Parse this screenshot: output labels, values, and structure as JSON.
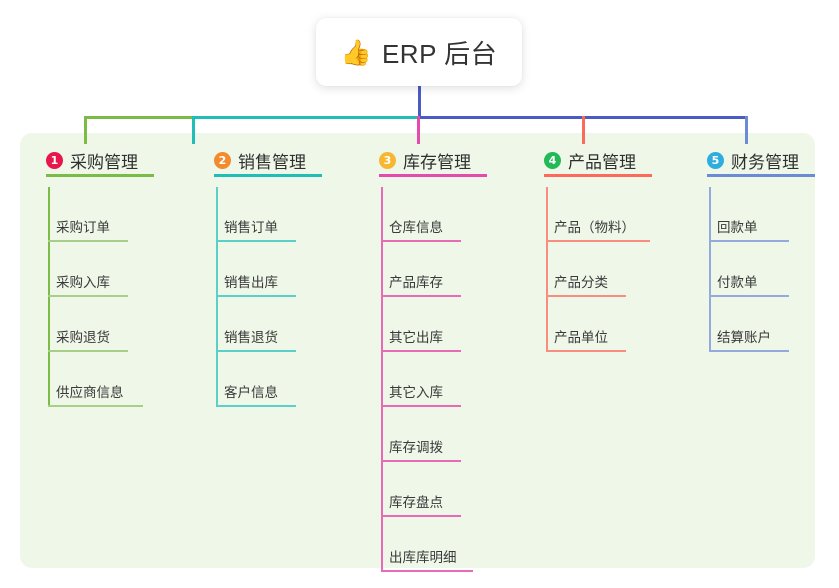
{
  "root": {
    "emoji": "👍",
    "emoji_name": "thumbs-up-icon",
    "title": "ERP 后台"
  },
  "theme": {
    "page_background": "#ffffff",
    "panel_background": "#eef7e8",
    "card_background": "#ffffff",
    "text_color": "#333333",
    "trunk_color": "#4a5bc4"
  },
  "columns": [
    {
      "number": "1",
      "title": "采购管理",
      "badge_color": "#e8174b",
      "line_color": "#7cbb46",
      "items": [
        {
          "label": "采购订单"
        },
        {
          "label": "采购入库"
        },
        {
          "label": "采购退货"
        },
        {
          "label": "供应商信息"
        }
      ]
    },
    {
      "number": "2",
      "title": "销售管理",
      "badge_color": "#f38b2e",
      "line_color": "#1fbfb8",
      "items": [
        {
          "label": "销售订单"
        },
        {
          "label": "销售出库"
        },
        {
          "label": "销售退货"
        },
        {
          "label": "客户信息"
        }
      ]
    },
    {
      "number": "3",
      "title": "库存管理",
      "badge_color": "#f7b733",
      "line_color": "#e54bad",
      "items": [
        {
          "label": "仓库信息"
        },
        {
          "label": "产品库存"
        },
        {
          "label": "其它出库"
        },
        {
          "label": "其它入库"
        },
        {
          "label": "库存调拨"
        },
        {
          "label": "库存盘点"
        },
        {
          "label": "出库库明细"
        }
      ]
    },
    {
      "number": "4",
      "title": "产品管理",
      "badge_color": "#21ba56",
      "line_color": "#fb6a5a",
      "items": [
        {
          "label": "产品（物料）"
        },
        {
          "label": "产品分类"
        },
        {
          "label": "产品单位"
        }
      ]
    },
    {
      "number": "5",
      "title": "财务管理",
      "badge_color": "#2eaee0",
      "line_color": "#6d8ad4",
      "items": [
        {
          "label": "回款单"
        },
        {
          "label": "付款单"
        },
        {
          "label": "结算账户"
        }
      ]
    }
  ],
  "connectors": {
    "trunk_color": "#4a5bc4",
    "bus_segments": [
      {
        "color": "#7cbb46"
      },
      {
        "color": "#1fbfb8"
      },
      {
        "color": "#4a5bc4"
      }
    ]
  }
}
